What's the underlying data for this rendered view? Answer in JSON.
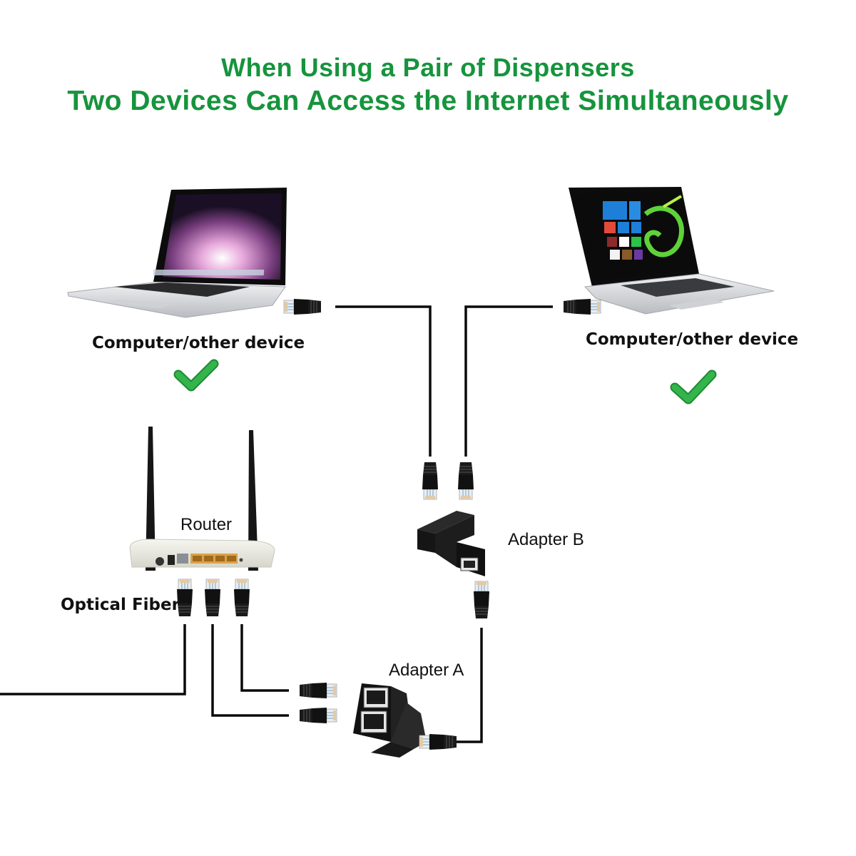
{
  "header": {
    "title_line1": "When Using a Pair of Dispensers",
    "title_line2": "Two Devices Can Access the Internet  Simultaneously",
    "title_color": "#16943c"
  },
  "devices": [
    {
      "id": "macbook",
      "label": "Computer/other device",
      "status": "check",
      "status_color": "#2fb34a"
    },
    {
      "id": "acer-laptop",
      "label": "Computer/other device",
      "status": "check",
      "status_color": "#2fb34a"
    }
  ],
  "equipment": {
    "router_label": "Router",
    "optical_fiber_label": "Optical Fiber",
    "adapter_a_label": "Adapter A",
    "adapter_b_label": "Adapter B"
  },
  "colors": {
    "cable": "#0a0a0a",
    "router_ports": "#d9a24a",
    "check": "#2fb34a"
  }
}
